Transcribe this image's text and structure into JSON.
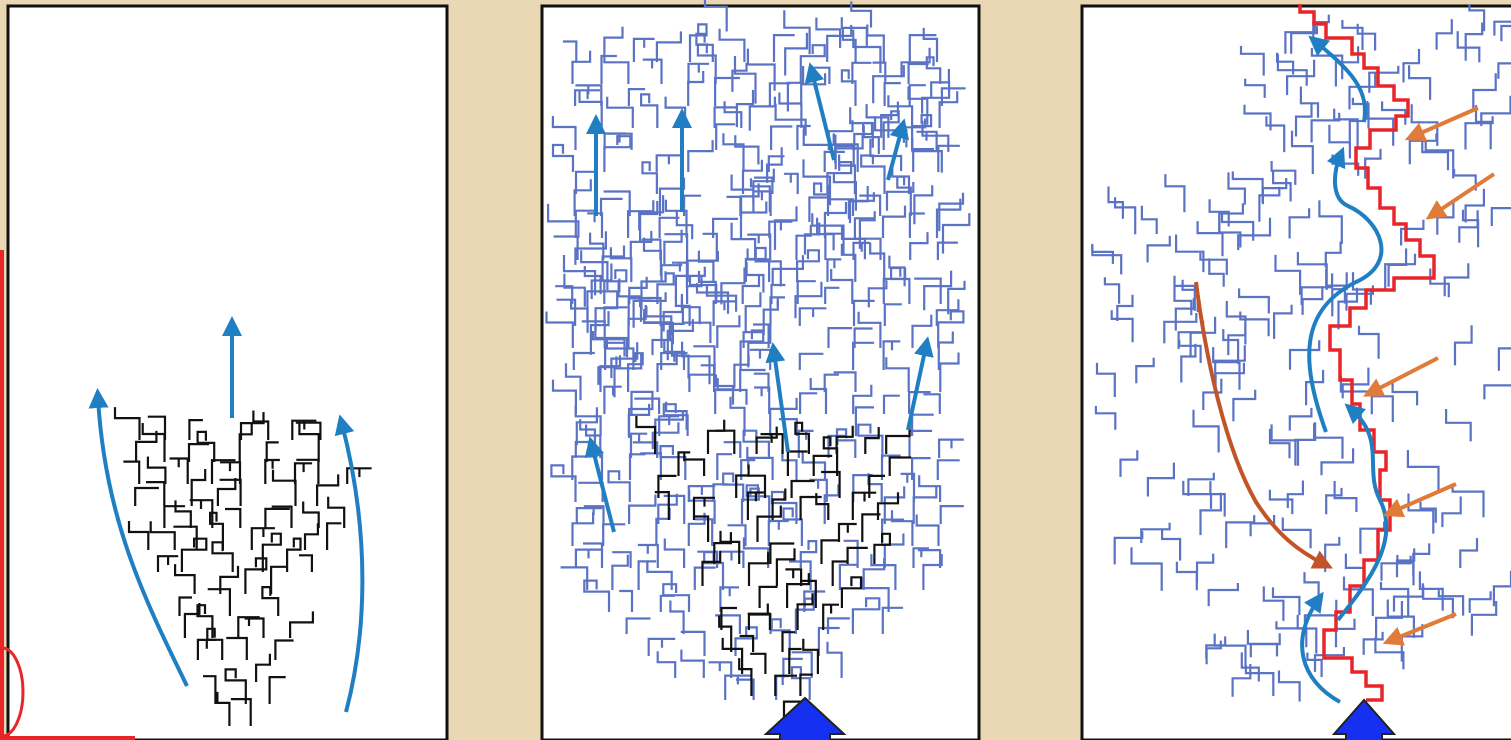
{
  "figure": {
    "panels": [
      {
        "id": "panel-1",
        "stage": "initial-growth",
        "tree_color": "#111111",
        "arrow_count": 3
      },
      {
        "id": "panel-2",
        "stage": "branching-growth",
        "tree_color": "#5b73c4",
        "arrow_count": 7,
        "has_entry_arrow": true
      },
      {
        "id": "panel-3",
        "stage": "main-channel",
        "tree_color": "#5b73c4",
        "path_color": "#e8262a",
        "arrow_count": 10,
        "has_entry_arrow": true
      }
    ],
    "colors": {
      "background": "#ead8b4",
      "panel_fill": "#ffffff",
      "panel_border": "#111111",
      "arrow_blue": "#1f7fc2",
      "arrow_orange": "#e07b39",
      "arrow_brown": "#c2542a",
      "entry_arrow": "#1530f0",
      "highlight_red": "#e8262a"
    },
    "icons": [
      "arrow-up-icon",
      "curved-arrow-icon",
      "entry-arrow-icon"
    ]
  }
}
